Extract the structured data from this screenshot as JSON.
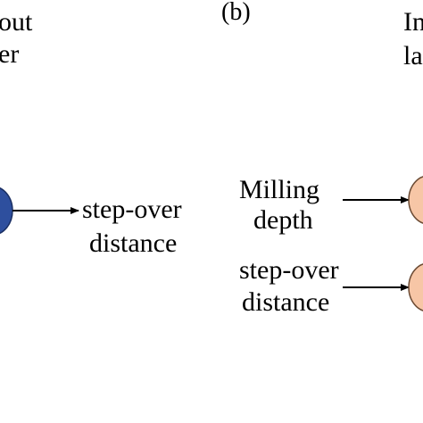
{
  "panel_a": {
    "title_line1": "out",
    "title_line2": "er",
    "output_label_line1": "step-over",
    "output_label_line2": "distance",
    "node_color": "#2e4f9e"
  },
  "panel_b": {
    "panel_label": "(b)",
    "title_line1": "In",
    "title_line2": "la",
    "input1_line1": "Milling",
    "input1_line2": "depth",
    "input2_line1": "step-over",
    "input2_line2": "distance",
    "node_color": "#f7c6a6"
  }
}
